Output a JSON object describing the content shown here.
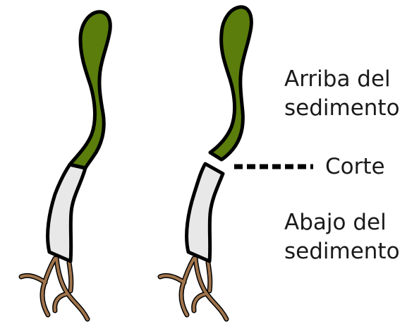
{
  "labels": {
    "above": [
      "Arriba del",
      "sedimento"
    ],
    "cut": "Corte",
    "below": [
      "Abajo del",
      "sedimento"
    ]
  },
  "colors": {
    "shoot_green": "#5a7d0c",
    "stem_white": "#e8e8e8",
    "root_brown": "#a0744c",
    "outline": "#000000",
    "text": "#1a1a1a"
  }
}
